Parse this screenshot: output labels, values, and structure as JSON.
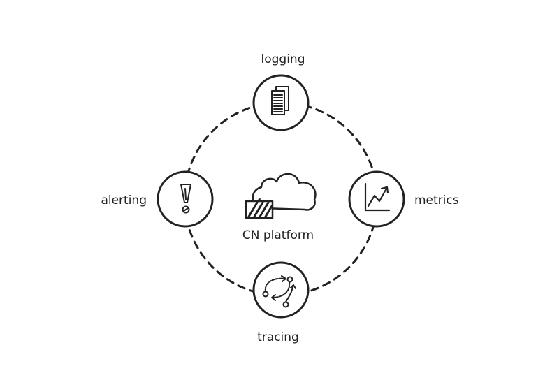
{
  "diagram": {
    "center": {
      "label": "CN platform",
      "icon": "cloud-icon"
    },
    "nodes": [
      {
        "id": "logging",
        "label": "logging",
        "icon": "documents-icon"
      },
      {
        "id": "metrics",
        "label": "metrics",
        "icon": "line-chart-icon"
      },
      {
        "id": "tracing",
        "label": "tracing",
        "icon": "trace-path-icon"
      },
      {
        "id": "alerting",
        "label": "alerting",
        "icon": "exclamation-icon"
      }
    ],
    "ring_style": "dashed",
    "stroke_color": "#222222",
    "background_color": "#ffffff"
  }
}
